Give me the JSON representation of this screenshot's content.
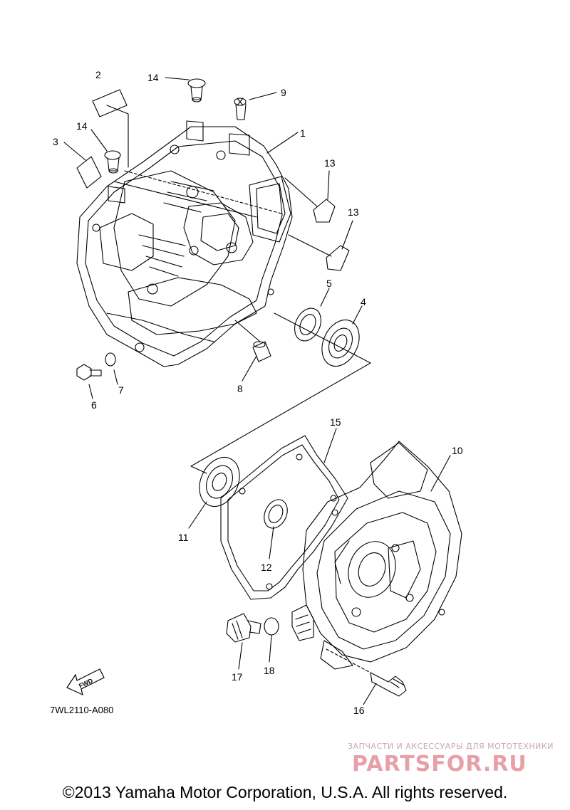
{
  "callouts": {
    "p1": "1",
    "p2": "2",
    "p3": "3",
    "p4": "4",
    "p5": "5",
    "p6": "6",
    "p7": "7",
    "p8": "8",
    "p9": "9",
    "p10": "10",
    "p11": "11",
    "p12": "12",
    "p13a": "13",
    "p13b": "13",
    "p14a": "14",
    "p14b": "14",
    "p15": "15",
    "p16": "16",
    "p17": "17",
    "p18": "18"
  },
  "fwd_label": "FWD",
  "diagram_code": "7WL2110-A080",
  "watermark": {
    "tagline": "ЗАПЧАСТИ И АКСЕССУАРЫ ДЛЯ МОТОТЕХНИКИ",
    "logo": "PARTSFOR.RU"
  },
  "copyright": "©2013 Yamaha Motor Corporation, U.S.A. All rights reserved."
}
